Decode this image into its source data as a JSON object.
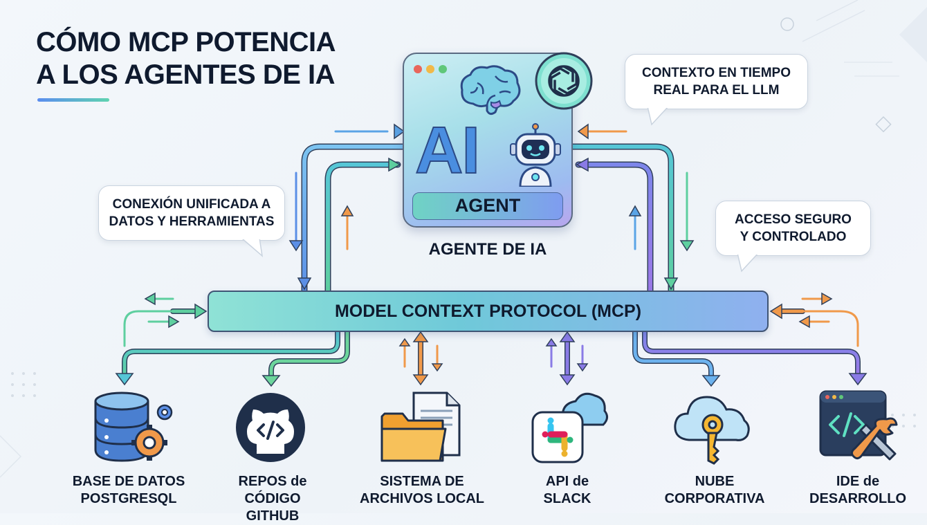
{
  "title": {
    "line1": "CÓMO MCP POTENCIA",
    "line2": "A LOS AGENTES DE IA"
  },
  "agent": {
    "ai_text": "AI",
    "bar_label": "AGENT",
    "caption": "AGENTE DE IA"
  },
  "callouts": {
    "context": {
      "line1": "CONTEXTO EN TIEMPO",
      "line2": "REAL PARA EL LLM"
    },
    "unified": {
      "line1": "CONEXIÓN UNIFICADA A",
      "line2": "DATOS Y HERRAMIENTAS"
    },
    "secure": {
      "line1": "ACCESO SEGURO",
      "line2": "Y CONTROLADO"
    }
  },
  "mcp": {
    "label": "MODEL CONTEXT PROTOCOL (MCP)"
  },
  "tools": [
    {
      "line1": "BASE DE DATOS",
      "line2": "POSTGRESQL",
      "icon": "database-gear-icon"
    },
    {
      "line1": "REPOS de CÓDIGO",
      "line2": "GITHUB",
      "icon": "github-icon"
    },
    {
      "line1": "SISTEMA DE",
      "line2": "ARCHIVOS LOCAL",
      "icon": "folder-icon"
    },
    {
      "line1": "API de",
      "line2": "SLACK",
      "icon": "slack-icon"
    },
    {
      "line1": "NUBE",
      "line2": "CORPORATIVA",
      "icon": "cloud-key-icon"
    },
    {
      "line1": "IDE de",
      "line2": "DESARROLLO",
      "icon": "ide-tools-icon"
    }
  ],
  "colors": {
    "teal": "#4cc1b0",
    "blue": "#5ba4e6",
    "purple": "#8a7be6",
    "orange": "#f0994a",
    "dark": "#0f1a2e"
  }
}
